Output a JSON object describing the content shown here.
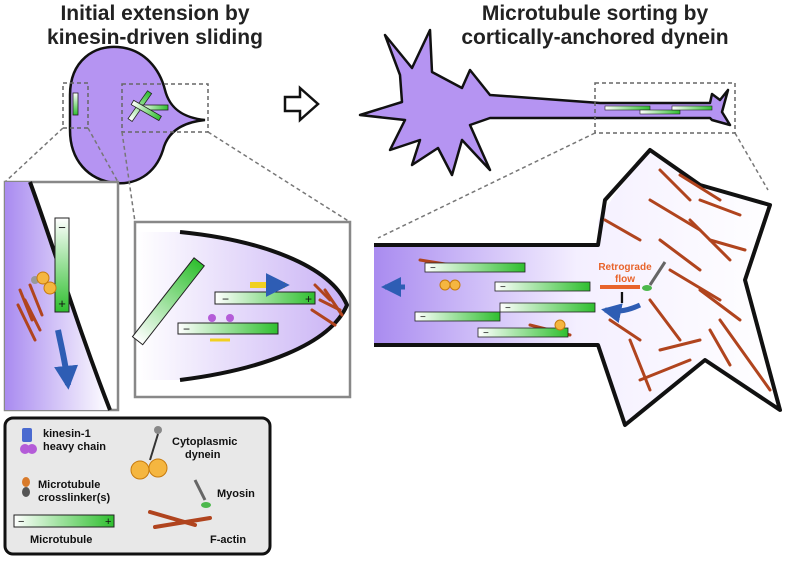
{
  "titles": {
    "left_line1": "Initial extension by",
    "left_line2": "kinesin-driven sliding",
    "right_line1": "Microtubule sorting by",
    "right_line2": "cortically-anchored dynein"
  },
  "annotations": {
    "retrograde_line1": "Retrograde",
    "retrograde_line2": "flow",
    "retrograde_color": "#e8642c",
    "inhibit_symbol": "I"
  },
  "microtubule_signs": {
    "minus": "−",
    "plus": "+"
  },
  "legend": {
    "kinesin_line1": "kinesin-1",
    "kinesin_line2": "heavy chain",
    "dynein_line1": "Cytoplasmic",
    "dynein_line2": "dynein",
    "crosslinker_line1": "Microtubule",
    "crosslinker_line2": "crosslinker(s)",
    "myosin": "Myosin",
    "microtubule": "Microtubule",
    "factin": "F-actin"
  },
  "colors": {
    "cell_purple": "#b594f2",
    "microtubule_green": "#3ec43e",
    "actin_brown": "#b0441e",
    "motor_blue_arrow": "#2e5db4",
    "kinesin_yellow_arrow": "#f0d020",
    "dynein_orange": "#f5b640"
  }
}
